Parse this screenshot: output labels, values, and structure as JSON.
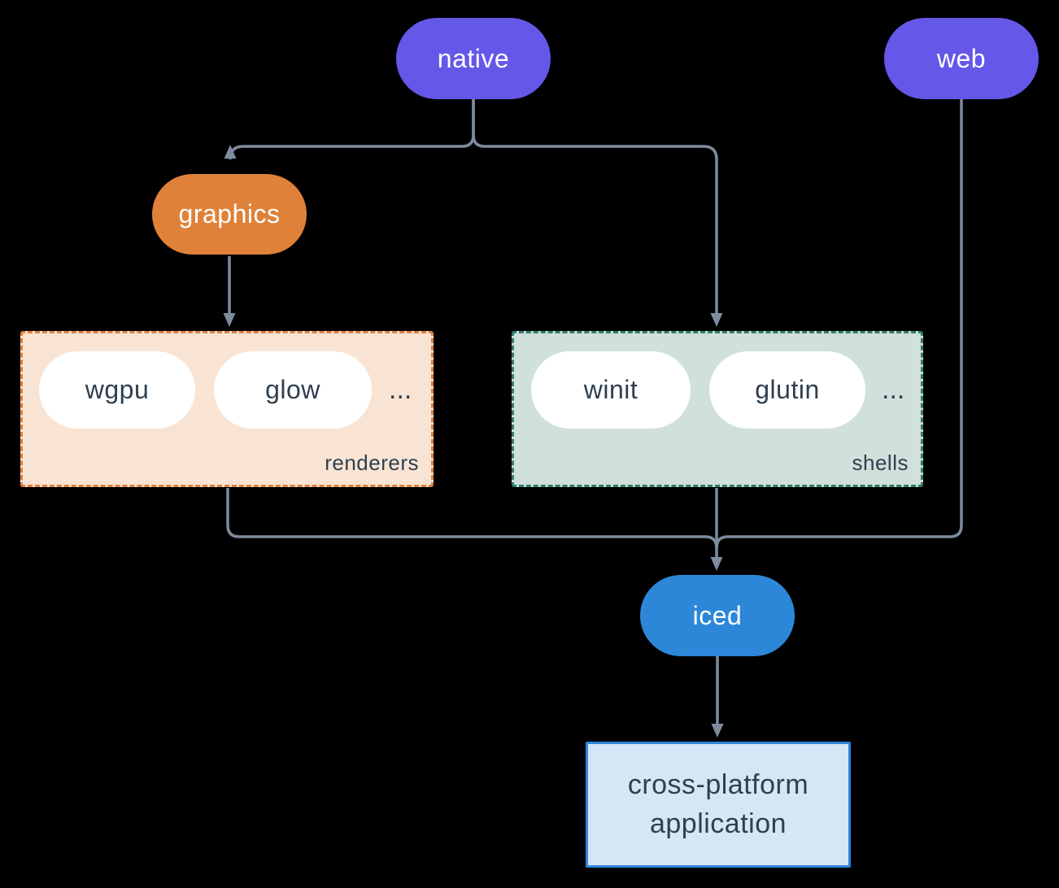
{
  "nodes": {
    "native": {
      "label": "native"
    },
    "web": {
      "label": "web"
    },
    "graphics": {
      "label": "graphics"
    },
    "iced": {
      "label": "iced"
    },
    "application": {
      "label": "cross-platform application"
    }
  },
  "groups": {
    "renderers": {
      "label": "renderers",
      "items": [
        "wgpu",
        "glow"
      ],
      "ellipsis": "..."
    },
    "shells": {
      "label": "shells",
      "items": [
        "winit",
        "glutin"
      ],
      "ellipsis": "..."
    }
  },
  "colors": {
    "background": "#000000",
    "node_purple": "#6557e8",
    "node_orange": "#e0813a",
    "node_blue": "#2c87d8",
    "connector_gray": "#7d8c9e",
    "renderers_bg": "#f9e4d4",
    "renderers_border": "#e0813a",
    "shells_bg": "#d0e0da",
    "shells_border": "#2f7d6d",
    "pill_white_bg": "#ffffff",
    "dark_text": "#2e3f50",
    "white_text": "#ffffff",
    "app_box_bg": "#d5e6f6",
    "app_box_border": "#2c87d8"
  }
}
